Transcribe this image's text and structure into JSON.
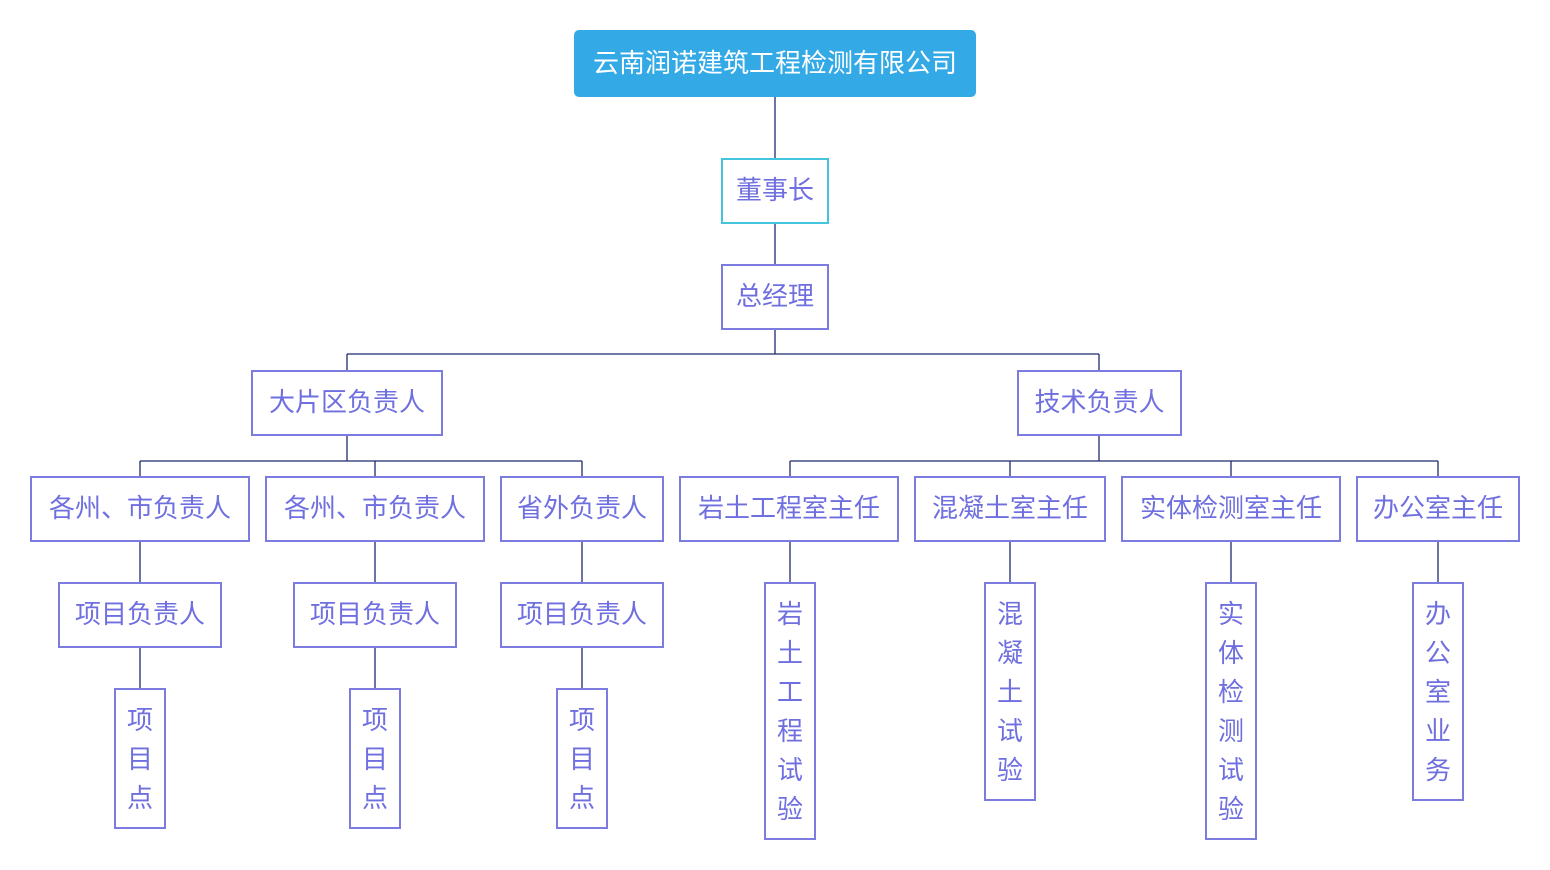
{
  "colors": {
    "accent": "#33a9e6",
    "line": "#1f2a6e",
    "border": "#7c7ce0",
    "text": "#6f6fe0",
    "cyan_border": "#45c4e0"
  },
  "org": {
    "root": "云南润诺建筑工程检测有限公司",
    "chairman": "董事长",
    "general_manager": "总经理",
    "region_head": "大片区负责人",
    "tech_head": "技术负责人",
    "city_head_1": "各州、市负责人",
    "city_head_2": "各州、市负责人",
    "outside_head": "省外负责人",
    "pm_1": "项目负责人",
    "pm_2": "项目负责人",
    "pm_3": "项目负责人",
    "site_1": "项目点",
    "site_2": "项目点",
    "site_3": "项目点",
    "geo_director": "岩土工程室主任",
    "concrete_director": "混凝土室主任",
    "entity_director": "实体检测室主任",
    "office_director": "办公室主任",
    "geo_test": "岩土工程试验",
    "concrete_test": "混凝土试验",
    "entity_test": "实体检测试验",
    "office_work": "办公室业务"
  }
}
